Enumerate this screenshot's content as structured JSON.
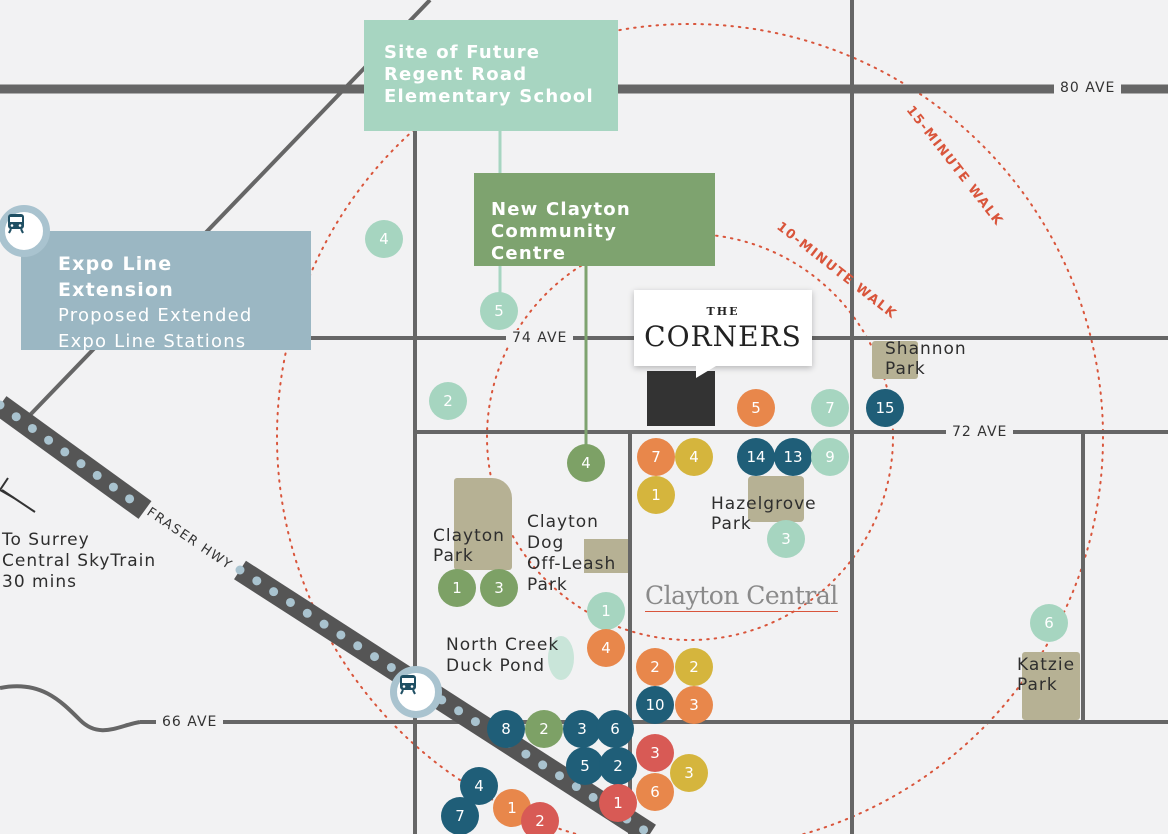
{
  "roads": {
    "ave80": "80 AVE",
    "ave74": "74 AVE",
    "ave72": "72 AVE",
    "ave66": "66 AVE",
    "fraser": "FRASER HWY"
  },
  "walk": {
    "min10": "10-MINUTE WALK",
    "min15": "15-MINUTE WALK"
  },
  "boxes": {
    "school": [
      "Site of Future",
      "Regent Road",
      "Elementary School"
    ],
    "community": [
      "New Clayton",
      "Community Centre"
    ],
    "expo_title": "Expo Line Extension",
    "expo_sub": [
      "Proposed Extended",
      "Expo Line Stations"
    ]
  },
  "brand": {
    "the": "THE",
    "name": "CORNERS"
  },
  "places": {
    "shannon": [
      "Shannon",
      "Park"
    ],
    "hazelgrove": [
      "Hazelgrove",
      "Park"
    ],
    "clayton_park": [
      "Clayton",
      "Park"
    ],
    "dog_park": [
      "Clayton",
      "Dog",
      "Off-Leash",
      "Park"
    ],
    "duck_pond": [
      "North Creek",
      "Duck Pond"
    ],
    "katzie": [
      "Katzie",
      "Park"
    ],
    "clayton_central": "Clayton Central",
    "skytrain": [
      "To Surrey",
      "Central SkyTrain",
      "30 mins"
    ]
  },
  "colors": {
    "road": "#666666",
    "walk_ring": "#d9553b",
    "expo": "#9bb7c3",
    "school": "#a7d5c1",
    "community": "#7ea36f",
    "teal": "#1f5e78",
    "orange": "#e8874b",
    "yellow": "#d5b53d",
    "mint": "#a6d5c0",
    "green": "#7da166",
    "red": "#d85a55",
    "park": "#b6b194"
  },
  "pois": [
    {
      "n": "4",
      "c": "mint"
    },
    {
      "n": "5",
      "c": "mint"
    },
    {
      "n": "2",
      "c": "mint"
    },
    {
      "n": "4",
      "c": "green"
    },
    {
      "n": "5",
      "c": "orange"
    },
    {
      "n": "7",
      "c": "mint"
    },
    {
      "n": "15",
      "c": "teal"
    },
    {
      "n": "7",
      "c": "orange"
    },
    {
      "n": "4",
      "c": "yellow"
    },
    {
      "n": "1",
      "c": "yellow"
    },
    {
      "n": "14",
      "c": "teal"
    },
    {
      "n": "13",
      "c": "teal"
    },
    {
      "n": "9",
      "c": "mint"
    },
    {
      "n": "3",
      "c": "mint"
    },
    {
      "n": "1",
      "c": "green"
    },
    {
      "n": "3",
      "c": "green"
    },
    {
      "n": "1",
      "c": "mint"
    },
    {
      "n": "4",
      "c": "orange"
    },
    {
      "n": "2",
      "c": "orange"
    },
    {
      "n": "2",
      "c": "yellow"
    },
    {
      "n": "10",
      "c": "teal"
    },
    {
      "n": "3",
      "c": "orange"
    },
    {
      "n": "8",
      "c": "teal"
    },
    {
      "n": "2",
      "c": "green"
    },
    {
      "n": "3",
      "c": "teal"
    },
    {
      "n": "6",
      "c": "teal"
    },
    {
      "n": "3",
      "c": "red"
    },
    {
      "n": "5",
      "c": "teal"
    },
    {
      "n": "2",
      "c": "teal"
    },
    {
      "n": "3",
      "c": "yellow"
    },
    {
      "n": "6",
      "c": "orange"
    },
    {
      "n": "1",
      "c": "red"
    },
    {
      "n": "4",
      "c": "teal"
    },
    {
      "n": "1",
      "c": "orange"
    },
    {
      "n": "7",
      "c": "teal"
    },
    {
      "n": "2",
      "c": "red"
    },
    {
      "n": "6",
      "c": "mint"
    }
  ]
}
